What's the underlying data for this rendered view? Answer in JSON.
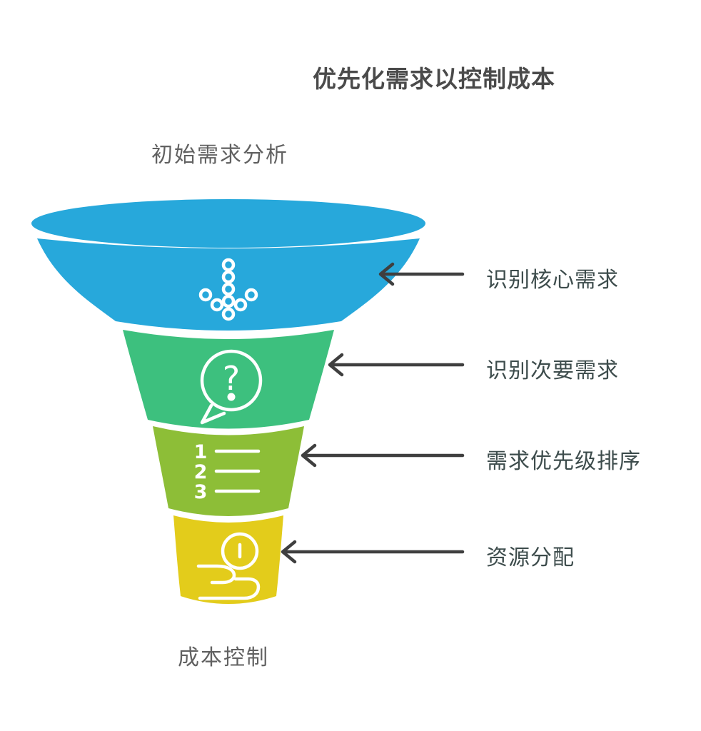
{
  "title": "优先化需求以控制成本",
  "funnel": {
    "top_label": "初始需求分析",
    "bottom_label": "成本控制",
    "stages": [
      {
        "label": "识别核心需求",
        "color": "#27a8db",
        "icon": "dots-arrow-down-icon"
      },
      {
        "label": "识别次要需求",
        "color": "#3dc07e",
        "icon": "question-bubble-icon",
        "glyph": "?"
      },
      {
        "label": "需求优先级排序",
        "color": "#8dbe37",
        "icon": "numbered-list-icon",
        "list_numbers": [
          "1",
          "2",
          "3"
        ]
      },
      {
        "label": "资源分配",
        "color": "#e3cc1b",
        "icon": "hand-coin-icon"
      }
    ]
  },
  "colors": {
    "arrow": "#3f3f3f",
    "icon_stroke": "#ffffff",
    "title_text": "#4a4a4a",
    "muted_text": "#616161",
    "label_text": "#3d4c4c",
    "background": "#ffffff"
  }
}
